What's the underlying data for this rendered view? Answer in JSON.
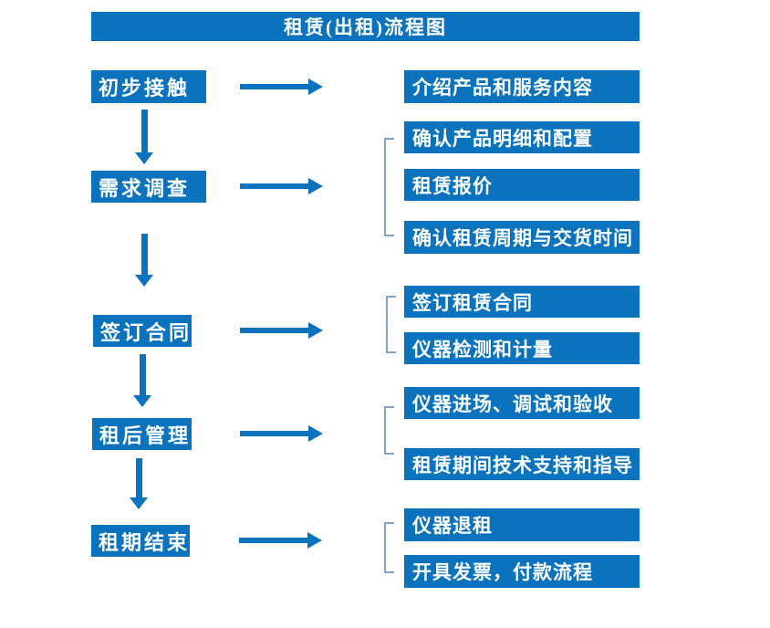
{
  "title": "租赁(出租)流程图",
  "colors": {
    "primary_blue": "#0b72bd",
    "bracket_blue": "#7da4d3",
    "text": "#ffffff",
    "background": "#ffffff"
  },
  "steps": [
    {
      "label": "初步接触"
    },
    {
      "label": "需求调查"
    },
    {
      "label": "签订合同"
    },
    {
      "label": "租后管理"
    },
    {
      "label": "租期结束"
    }
  ],
  "details": {
    "group1": [
      "介绍产品和服务内容"
    ],
    "group2": [
      "确认产品明细和配置",
      "租赁报价",
      "确认租赁周期与交货时间"
    ],
    "group3": [
      "签订租赁合同",
      "仪器检测和计量"
    ],
    "group4": [
      "仪器进场、调试和验收",
      "租赁期间技术支持和指导"
    ],
    "group5": [
      "仪器退租",
      "开具发票，付款流程"
    ]
  }
}
